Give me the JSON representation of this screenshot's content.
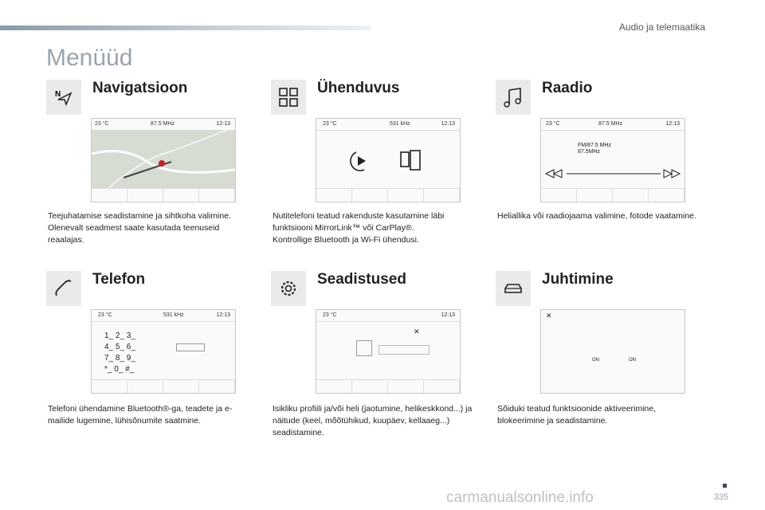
{
  "header": {
    "section_title": "Audio ja telemaatika"
  },
  "page": {
    "heading": "Menüüd",
    "number": "335"
  },
  "watermark": "carmanualsonline.info",
  "cards": {
    "navigation": {
      "title": "Navigatsioon",
      "icon": "navigation-arrow-icon",
      "screen": {
        "temp": "23 °C",
        "freq": "87.5 MHz",
        "time": "12:13"
      },
      "desc": [
        "Teejuhatamise seadistamine ja sihtkoha valimine.",
        "Olenevalt seadmest saate kasutada teenuseid reaalajas."
      ]
    },
    "connectivity": {
      "title": "Ühenduvus",
      "icon": "grid-icon",
      "screen": {
        "temp": "23 °C",
        "freq": "531 kHz",
        "time": "12:13"
      },
      "desc": [
        "Nutitelefoni teatud rakenduste kasutamine läbi funktsiooni MirrorLink™ või CarPlay®.",
        "Kontrollige Bluetooth ja Wi-Fi ühendusi."
      ]
    },
    "radio": {
      "title": "Raadio",
      "icon": "music-note-icon",
      "screen": {
        "temp": "23 °C",
        "freq": "87.5 MHz",
        "time": "12:13",
        "station": "FM/87.5 MHz",
        "station2": "87.5MHz"
      },
      "desc": [
        "Heliallika või raadiojaama valimine, fotode vaatamine."
      ]
    },
    "telephone": {
      "title": "Telefon",
      "icon": "phone-handset-icon",
      "screen": {
        "temp": "23 °C",
        "freq": "531 kHz",
        "time": "12:13",
        "keys": [
          "1_ 2_ 3_",
          "4_ 5_ 6_",
          "7_ 8_ 9_",
          "*_ 0_ #_"
        ]
      },
      "desc": [
        "Telefoni ühendamine Bluetooth®-ga, teadete ja e-mailide lugemine, lühisõnumite saatmine."
      ]
    },
    "settings": {
      "title": "Seadistused",
      "icon": "gear-icon",
      "screen": {
        "temp": "23 °C",
        "time": "12:13"
      },
      "desc": [
        "Isikliku profiili ja/või heli (jaotumine, helikeskkond...) ja näitude (keel, mõõtühikud, kuupäev, kellaaeg...) seadistamine."
      ]
    },
    "driving": {
      "title": "Juhtimine",
      "icon": "car-icon",
      "screen": {
        "on1": "ON",
        "on2": "ON"
      },
      "desc": [
        "Sõiduki teatud funktsioonide aktiveerimine, blokeerimine ja seadistamine."
      ]
    }
  }
}
